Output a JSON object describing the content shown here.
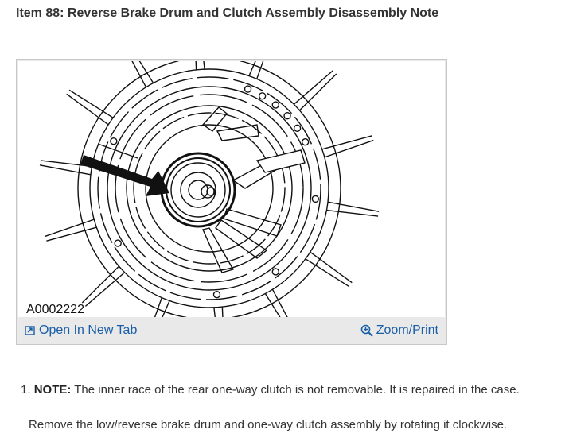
{
  "page": {
    "title": "Item 88: Reverse Brake Drum and Clutch Assembly Disassembly Note"
  },
  "figure": {
    "id_label": "A0002222",
    "open_tab_label": "Open In New Tab",
    "zoom_label": "Zoom/Print",
    "open_tab_icon": "open-new-tab-icon",
    "zoom_icon": "zoom-icon",
    "link_color": "#1a5ea8"
  },
  "steps": [
    {
      "number": "1.",
      "note_label": "NOTE:",
      "note_text": " The inner race of the rear one-way clutch is not removable. It is repaired in the case.",
      "instruction": "Remove the low/reverse brake drum and one-way clutch assembly by rotating it clockwise."
    }
  ]
}
